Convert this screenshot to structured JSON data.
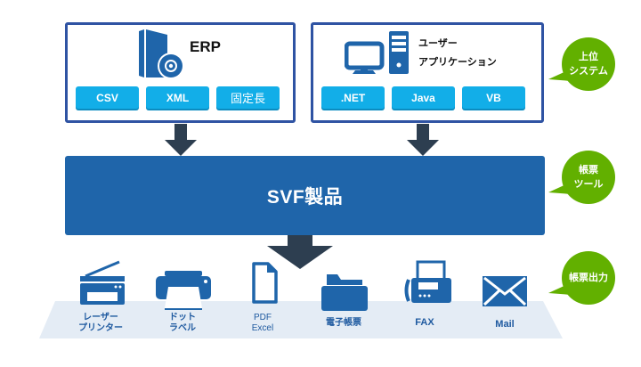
{
  "upper_systems": {
    "erp": {
      "title": "ERP",
      "icon": "software-package-icon",
      "formats": [
        "CSV",
        "XML",
        "固定長"
      ]
    },
    "user_app": {
      "title_line1": "ユーザー",
      "title_line2": "アプリケーション",
      "icon": "desktop-computer-icon",
      "formats": [
        ".NET",
        "Java",
        "VB"
      ]
    }
  },
  "core": {
    "label": "SVF製品"
  },
  "outputs": [
    {
      "icon": "laser-printer-icon",
      "label_line1": "レーザー",
      "label_line2": "プリンター"
    },
    {
      "icon": "dot-printer-icon",
      "label_line1": "ドット",
      "label_line2": "ラベル"
    },
    {
      "icon": "document-icon",
      "label_line1": "PDF",
      "label_line2": "Excel"
    },
    {
      "icon": "folder-icon",
      "label_line1": "電子帳票",
      "label_line2": ""
    },
    {
      "icon": "fax-icon",
      "label_line1": "FAX",
      "label_line2": ""
    },
    {
      "icon": "mail-icon",
      "label_line1": "Mail",
      "label_line2": ""
    }
  ],
  "bubbles": [
    {
      "line1": "上位",
      "line2": "システム"
    },
    {
      "line1": "帳票",
      "line2": "ツール"
    },
    {
      "line1": "帳票出力",
      "line2": ""
    }
  ],
  "colors": {
    "box_border": "#2f53a3",
    "format_button": "#12aee8",
    "core_fill": "#1f65aa",
    "arrow": "#2d3e50",
    "bubble": "#62b000",
    "icon": "#1f65aa",
    "band": "#e4ecf5"
  }
}
